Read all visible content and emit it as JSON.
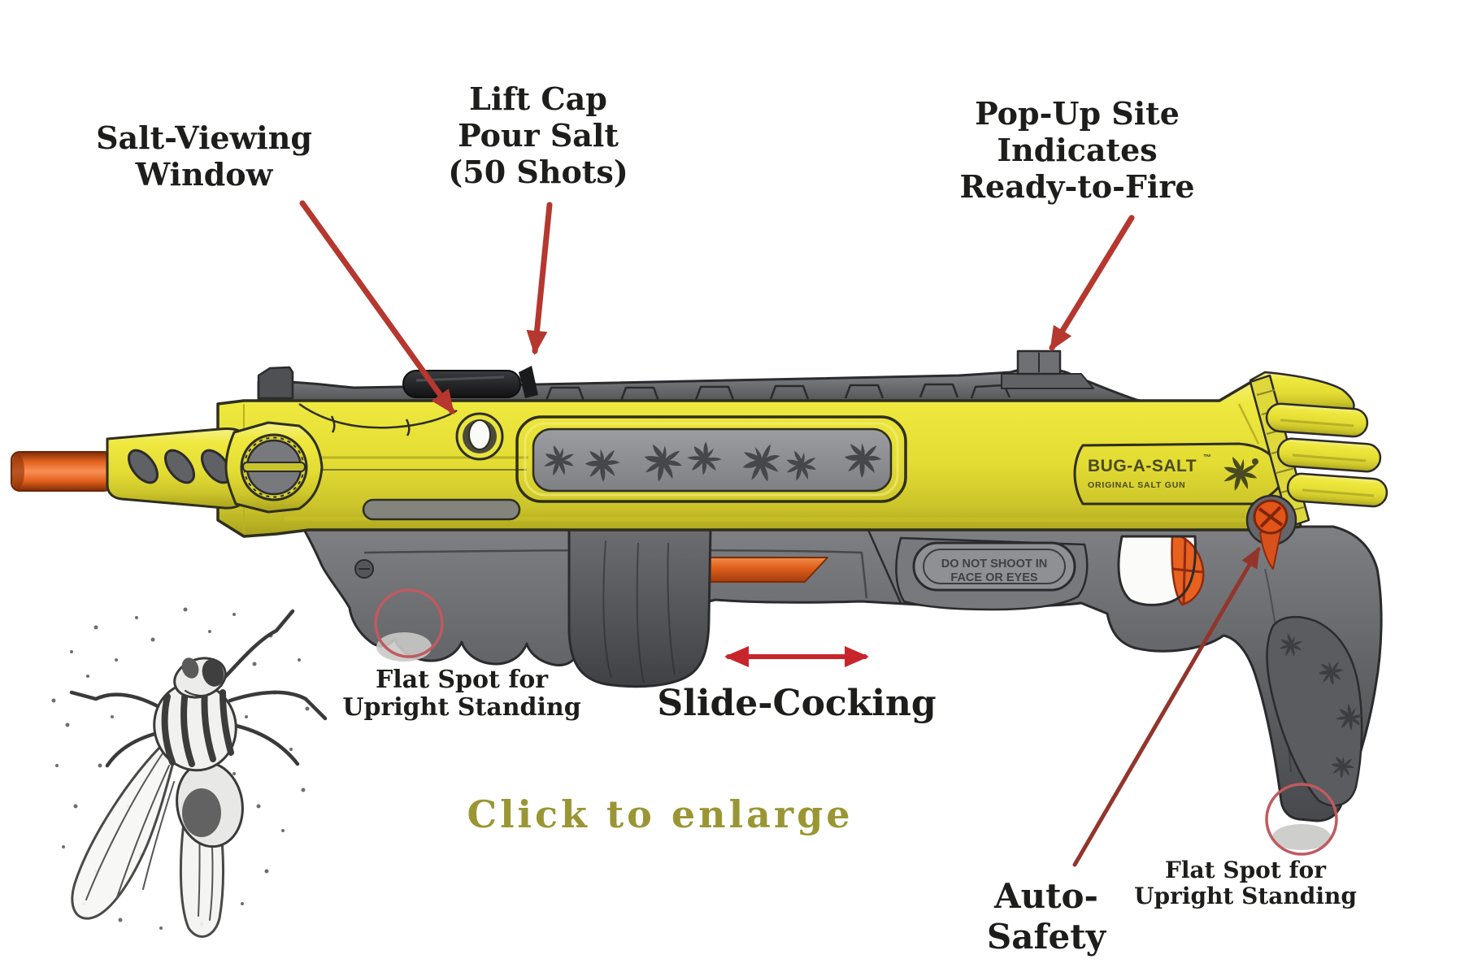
{
  "annotations": {
    "salt_viewing": {
      "line1": "Salt-Viewing",
      "line2": "Window"
    },
    "lift_cap": {
      "line1": "Lift Cap",
      "line2": "Pour Salt",
      "line3": "(50 Shots)"
    },
    "popup_site": {
      "line1": "Pop-Up Site",
      "line2": "Indicates",
      "line3": "Ready-to-Fire"
    },
    "flat_spot_left": {
      "line1": "Flat Spot for",
      "line2": "Upright Standing"
    },
    "slide_cocking": {
      "label": "Slide-Cocking"
    },
    "auto_safety": {
      "line1": "Auto-",
      "line2": "Safety"
    },
    "flat_spot_right": {
      "line1": "Flat Spot for",
      "line2": "Upright Standing"
    },
    "click_to_enlarge": "Click to enlarge"
  },
  "gun_markings": {
    "logo_title": "BUG-A-SALT",
    "logo_tm": "™",
    "logo_subtitle": "ORIGINAL SALT GUN",
    "warning_line1": "DO NOT SHOOT IN",
    "warning_line2": "FACE OR EYES"
  },
  "colors": {
    "body_yellow": "#e6e13a",
    "accent_orange": "#e8611f",
    "arrow_red": "#b5372e",
    "arrow_bright_red": "#c8242b",
    "arrow_dark_red": "#93352c",
    "highlight_ring_red": "#c05a60",
    "receiver_gray": "#64666a",
    "label_text": "#1d1d1b",
    "click_text_olive": "#9a9634"
  }
}
